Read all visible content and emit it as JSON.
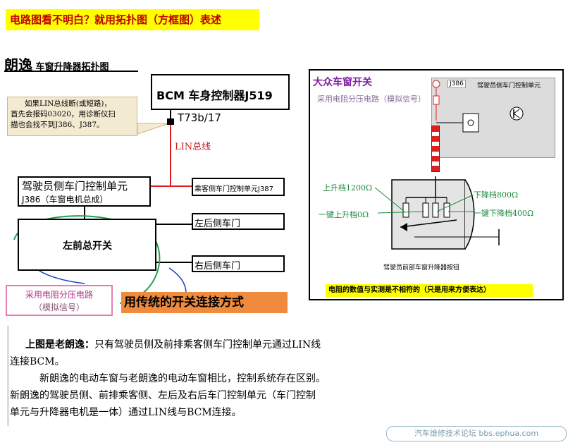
{
  "banner": {
    "text": "电路图看不明白？就用拓扑图（方框图）表述"
  },
  "diagram_title": {
    "main": "朗逸",
    "sub": " 车窗升降器拓扑图"
  },
  "bcm": {
    "label": "BCM 车身控制器J519"
  },
  "connector": {
    "label": "T73b/17"
  },
  "lin": {
    "label": "LIN总线"
  },
  "note": {
    "lines": [
      "如果LIN总线断(或短路)，",
      "首先会报码03020，用诊断仪扫",
      "描也会找不到J386、J387。"
    ]
  },
  "driver_unit": {
    "line1": "驾驶员侧车门控制单元",
    "line2": "J386（车窗电机总成）"
  },
  "passenger_unit": {
    "label": "乘客侧车门控制单元J387"
  },
  "master_switch": {
    "label": "左前总开关"
  },
  "rear_left": {
    "label": "左后侧车门"
  },
  "rear_right": {
    "label": "右后侧车门"
  },
  "pink_note": {
    "line1": "采用电阻分压电路",
    "line2": "（模拟信号）"
  },
  "orange_note": {
    "text": "用传统的开关连接方式"
  },
  "vw": {
    "title": "大众车窗开关",
    "subtitle": "采用电阻分压电路（模拟信号）",
    "unit_label": "驾驶员侧车门控制单元",
    "unit_code": "J386",
    "up": "上升档1200Ω",
    "auto_up": "一键上升档0Ω",
    "down": "下降档800Ω",
    "auto_down": "一键下降档400Ω",
    "button_caption": "驾驶员前部车窗升降器按钮",
    "footnote": "电阻的数值与实测是不相符的（只是用来方便表达）"
  },
  "paragraph": {
    "lead": "上图是老朗逸：",
    "line1_rest": "只有驾驶员侧及前排乘客侧车门控制单元通过LIN线",
    "line2": "连接BCM。",
    "line3": "新朗逸的电动车窗与老朗逸的电动车窗相比，控制系统存在区别。",
    "line4": "新朗逸的驾驶员侧、前排乘客侧、左后及右后车门控制单元（车门控制",
    "line5": "单元与升降器电机是一体）通过LIN线与BCM连接。"
  },
  "footer": {
    "text": "汽车维修技术论坛 bbs.ephua.com"
  },
  "colors": {
    "lin": "#e02020",
    "banner_bg": "#ffff00",
    "banner_text": "#c00000",
    "vw_title": "#8020a0",
    "vw_labels": "#1a8a3a",
    "orange": "#f08a3c",
    "pink": "#e080b0"
  }
}
